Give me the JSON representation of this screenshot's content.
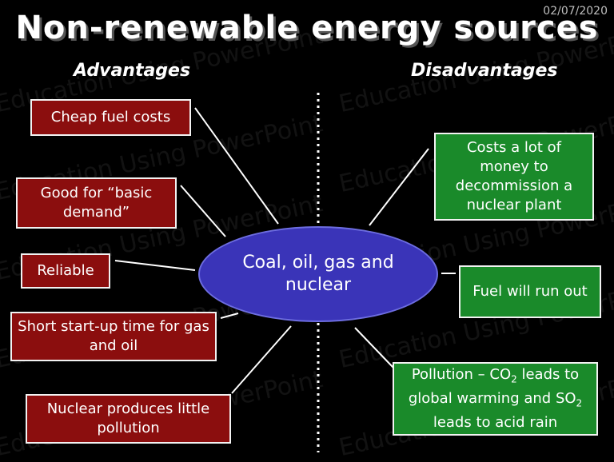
{
  "date": "02/07/2020",
  "title": "Non-renewable energy sources",
  "watermark": "Education Using PowerPoint",
  "advantages": {
    "heading": "Advantages",
    "items": [
      "Cheap fuel costs",
      "Good for “basic demand”",
      "Reliable",
      "Short start-up time for gas and oil",
      "Nuclear produces little pollution"
    ]
  },
  "disadvantages": {
    "heading": "Disadvantages",
    "items": [
      "Costs a lot of money to decommission a nuclear plant",
      "Fuel will run out"
    ],
    "pollution": {
      "part1": "Pollution – CO",
      "sub1": "2",
      "part2": " leads to global warming and SO",
      "sub2": "2",
      "part3": " leads to acid rain"
    }
  },
  "center": {
    "line1": "Coal, oil, gas and",
    "line2": "nuclear"
  },
  "colors": {
    "advantage_box": "#8b0e0e",
    "disadvantage_box": "#1a8a2a",
    "center_ellipse": "#3a34b8",
    "background": "#000000"
  }
}
